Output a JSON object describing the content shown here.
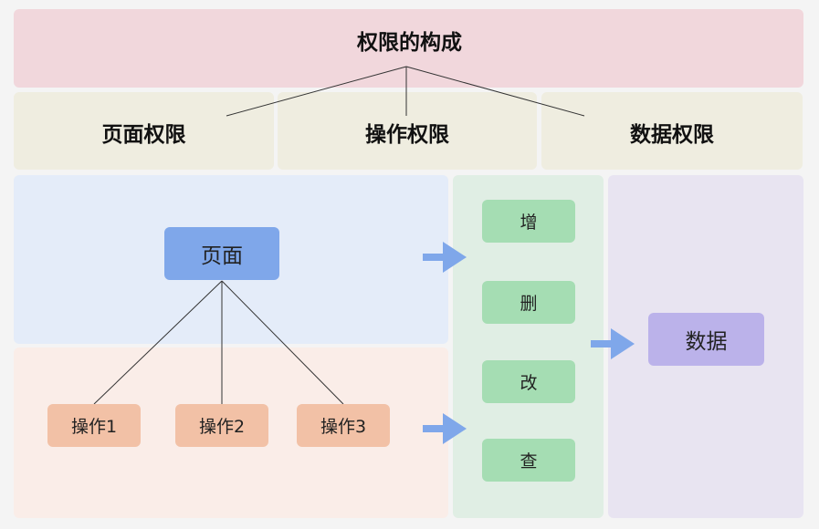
{
  "diagram": {
    "title": "权限的构成",
    "categories": [
      "页面权限",
      "操作权限",
      "数据权限"
    ],
    "page_node": "页面",
    "operations": [
      "操作1",
      "操作2",
      "操作3"
    ],
    "crud": [
      "增",
      "删",
      "改",
      "查"
    ],
    "data_node": "数据",
    "colors": {
      "title_band": "#f1d7dc",
      "category_band": "#efede0",
      "page_zone": "#e4ecf9",
      "op_zone": "#faede8",
      "crud_zone": "#e0eee4",
      "data_zone": "#e8e4f1",
      "page_node": "#7fa7ea",
      "op_node": "#f2c1a6",
      "crud_node": "#a5ddb3",
      "data_node": "#bbb2ea",
      "arrow": "#7fa7ea"
    }
  }
}
